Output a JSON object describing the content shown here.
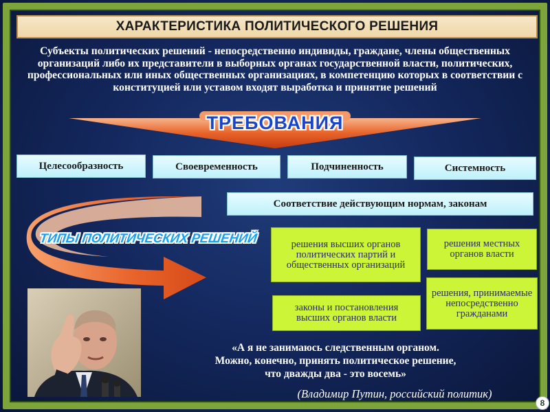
{
  "title": "ХАРАКТЕРИСТИКА ПОЛИТИЧЕСКОГО РЕШЕНИЯ",
  "intro": {
    "term": "Субъекты политических решений",
    "text": " - непосредственно индивиды, граждане, члены общественных организаций либо их представители в выборных органах государственной власти, политических, профессиональных или  иных общественных организациях, в компетенцию которых в соответствии с конституцией или уставом входят выработка и принятие решений"
  },
  "requirements": {
    "label": "ТРЕБОВАНИЯ",
    "items": [
      "Целесообразность",
      "Своевременность",
      "Подчиненность",
      "Системность"
    ],
    "norms": "Соответствие действующим нормам, законам"
  },
  "types": {
    "label": "ТИПЫ ПОЛИТИЧЕСКИХ РЕШЕНИЙ",
    "items": [
      "решения высших органов политических партий и общественных организаций",
      "решения местных органов власти",
      "законы и постановления высших органов власти",
      "решения, принимаемые непосредственно гражданами"
    ]
  },
  "quote": {
    "line1": "«А я не занимаюсь следственным органом.",
    "line2": "Можно, конечно, принять политическое решение,",
    "line3": "что дважды два - это восемь»",
    "author": "(Владимир Путин, российский политик)"
  },
  "page_number": "8",
  "icons": {
    "photo": "speaker-photo",
    "arrow_down": "down-arrow-shape",
    "curved_arrow": "curved-arrow-shape"
  },
  "colors": {
    "frame": "#7da43a",
    "background": "#14285e",
    "title_bg": "#f6e7c8",
    "req_box": "#bff1fb",
    "type_box": "#ccf538",
    "label_blue": "#1b45c9",
    "types_label": "#19a0f0",
    "arrow_orange": "#e8632a"
  }
}
